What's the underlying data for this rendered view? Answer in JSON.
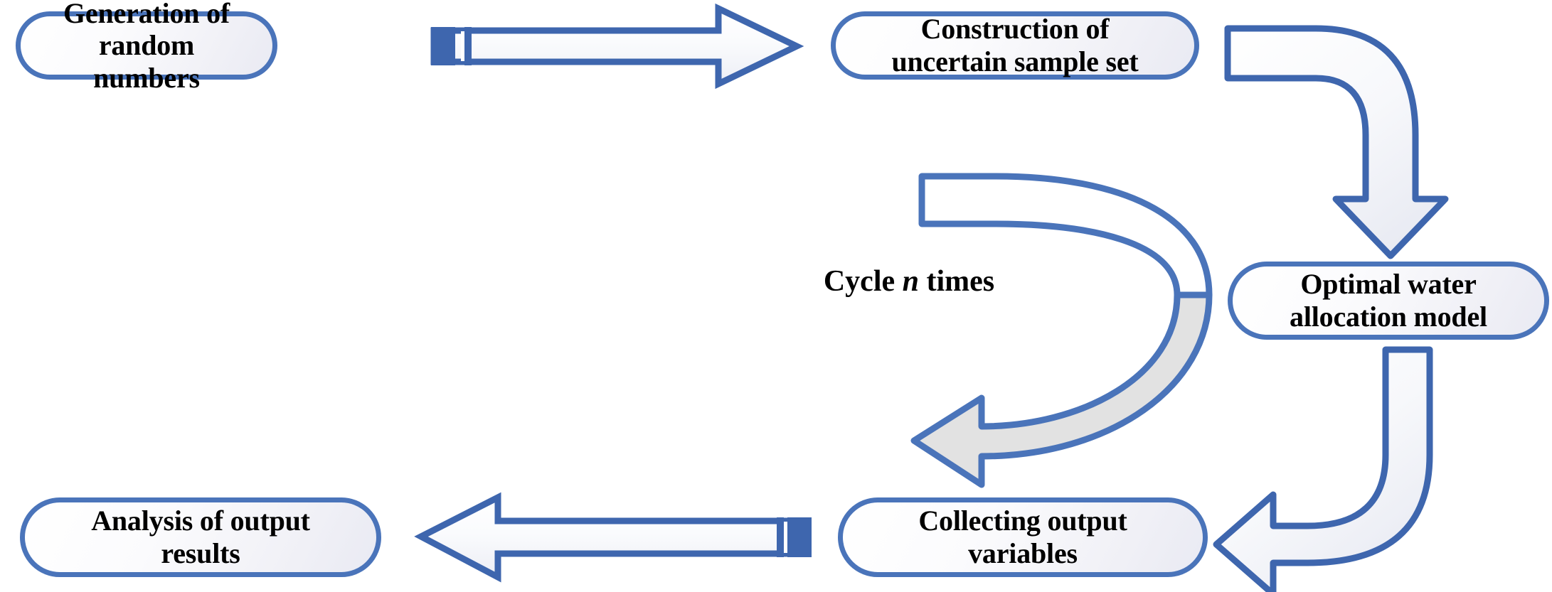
{
  "diagram": {
    "title": "Monte Carlo simulation workflow for optimal water allocation",
    "type": "flowchart",
    "background_color": "#ffffff",
    "accent_color": "#4A74BA",
    "arrow_stroke_color": "#3E66AE",
    "arrow_fill_color": "#f4f5f9",
    "curve_shaded_fill": "#e2e2e2",
    "text_color": "#000000"
  },
  "nodes": [
    {
      "id": "generation",
      "label": "Generation of random\nnumbers",
      "line1": "Generation of random",
      "line2": "numbers"
    },
    {
      "id": "construction",
      "label": "Construction of\nuncertain sample set",
      "line1": "Construction of",
      "line2": "uncertain sample set"
    },
    {
      "id": "optimal",
      "label": "Optimal water\nallocation model",
      "line1": "Optimal water",
      "line2": "allocation model"
    },
    {
      "id": "collecting",
      "label": "Collecting output\nvariables",
      "line1": "Collecting output",
      "line2": "variables"
    },
    {
      "id": "analysis",
      "label": "Analysis of output\nresults",
      "line1": "Analysis of output",
      "line2": "results"
    }
  ],
  "connectors": [
    {
      "id": "gen-to-construction",
      "name": "arrow-right-straight",
      "from": "generation",
      "to": "construction",
      "direction": "right"
    },
    {
      "id": "construction-to-optimal",
      "name": "arrow-bent-right-down",
      "from": "construction",
      "to": "optimal",
      "direction": "right-then-down"
    },
    {
      "id": "optimal-to-collecting",
      "name": "arrow-bent-down-left",
      "from": "optimal",
      "to": "collecting",
      "direction": "down-then-left"
    },
    {
      "id": "collecting-to-analysis",
      "name": "arrow-left-straight",
      "from": "collecting",
      "to": "analysis",
      "direction": "left"
    },
    {
      "id": "cycle-loop",
      "name": "arrow-circular-uturn",
      "from": "optimal",
      "to": "construction",
      "direction": "u-turn-left"
    }
  ],
  "labels": {
    "cycle": {
      "prefix": "Cycle ",
      "variable": "n",
      "suffix": " times",
      "full": "Cycle n times"
    }
  }
}
